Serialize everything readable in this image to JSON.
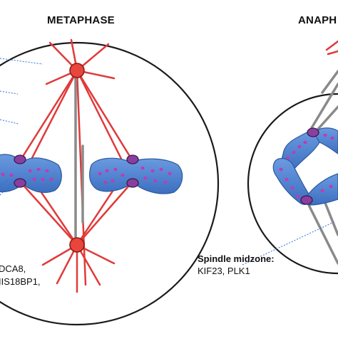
{
  "panels": {
    "metaphase": {
      "title": "METAPHASE"
    },
    "anaphase": {
      "title": "ANAPH"
    }
  },
  "annotations": {
    "left_line1": "DCA8,",
    "left_line2": "IIS18BP1,",
    "midzone_heading": "Spindle midzone:",
    "midzone_proteins": "KIF23, PLK1"
  },
  "colors": {
    "spindle_pole": "#e8453c",
    "spindle_fiber": "#e03a3a",
    "chromosome": "#4a7fd0",
    "chromosome_outline": "#2d5a9e",
    "chromatin_dot": "#c03ab5",
    "kinetochore": "#8a3fa0",
    "central_spindle": "#8a8a8a",
    "cell_outline": "#1a1a1a",
    "pointer_line": "#2f6fd8"
  }
}
